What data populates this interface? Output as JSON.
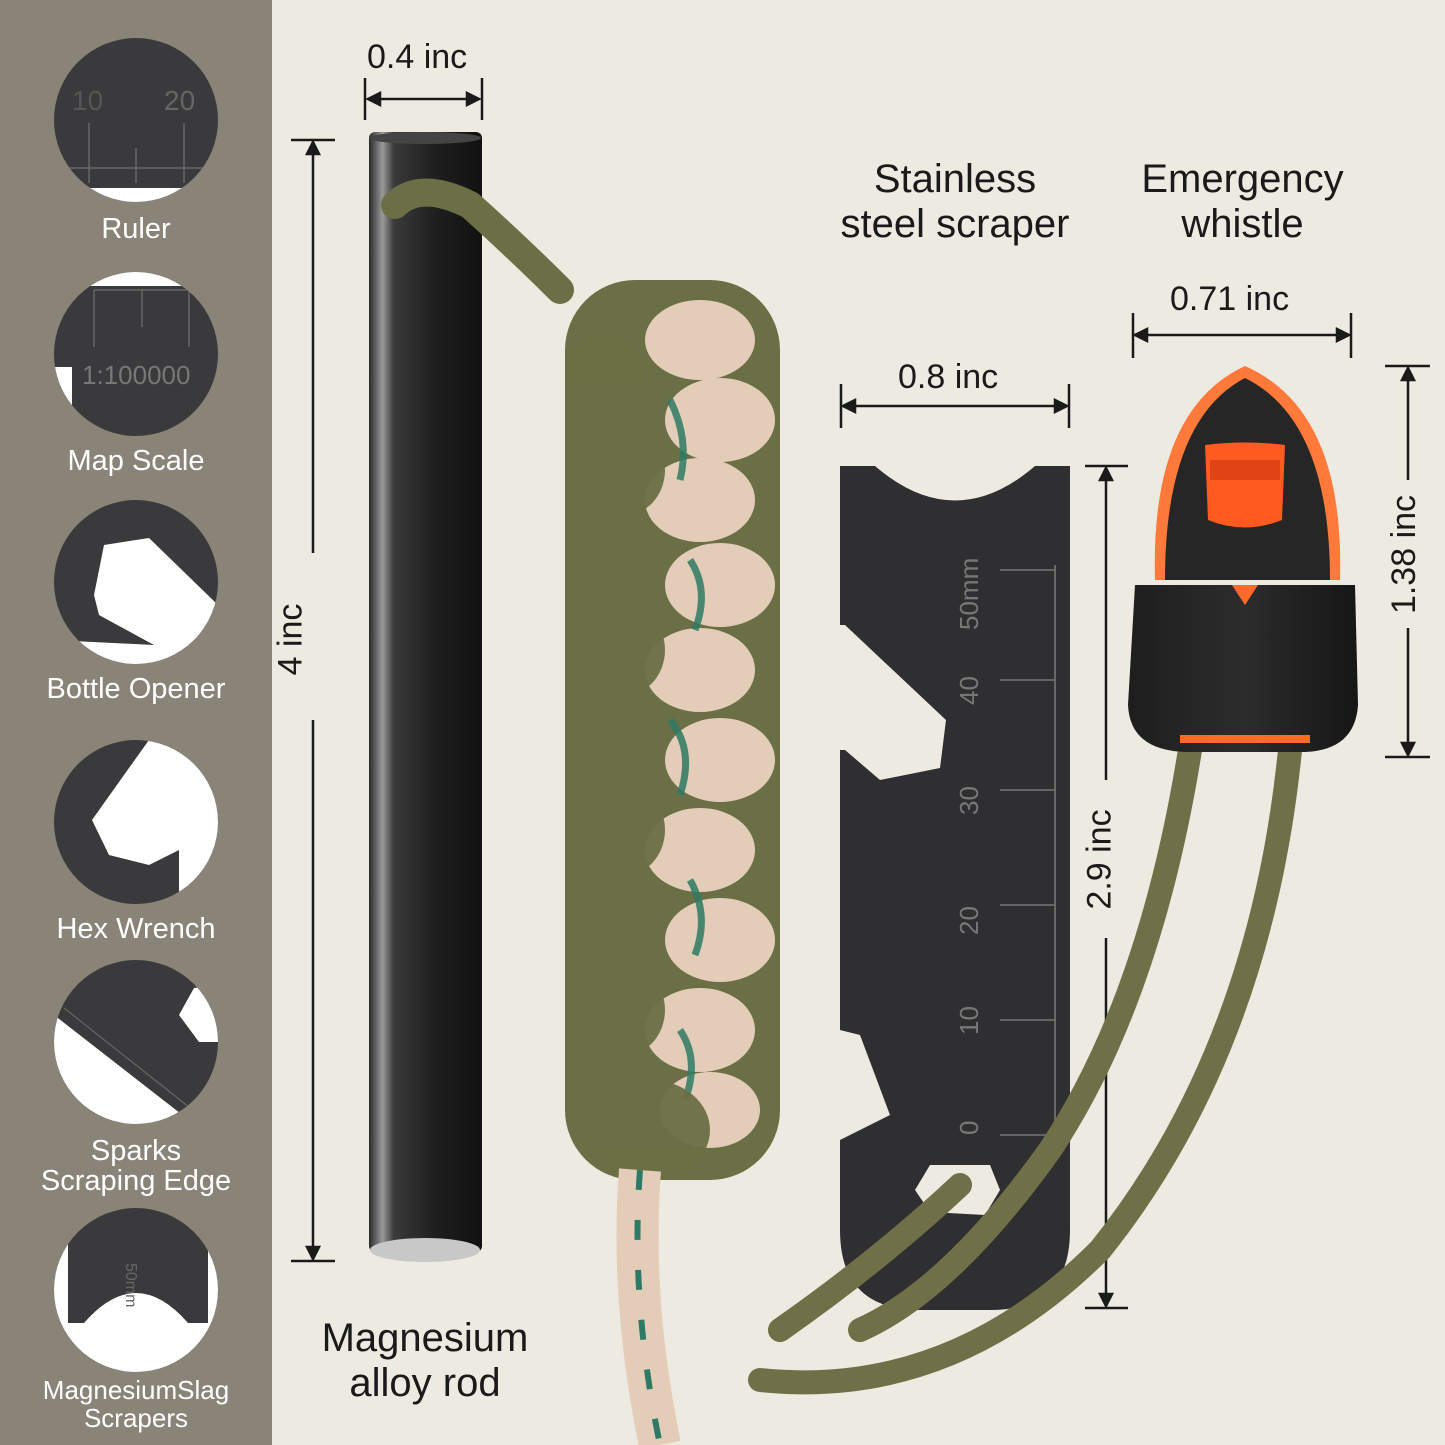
{
  "sidebar": {
    "features": [
      {
        "label": "Ruler",
        "icon": "ruler-closeup-icon",
        "engraving": [
          "10",
          "20"
        ]
      },
      {
        "label": "Map Scale",
        "icon": "map-scale-closeup-icon",
        "engraving": [
          "1:100000"
        ]
      },
      {
        "label": "Bottle Opener",
        "icon": "bottle-opener-closeup-icon"
      },
      {
        "label": "Hex Wrench",
        "icon": "hex-wrench-closeup-icon"
      },
      {
        "label": "Sparks Scraping Edge",
        "label_lines": [
          "Sparks",
          "Scraping Edge"
        ],
        "icon": "scraping-edge-closeup-icon"
      },
      {
        "label": "MagnesiumSlag Scrapers",
        "label_lines": [
          "MagnesiumSlag",
          "Scrapers"
        ],
        "icon": "slag-scraper-closeup-icon"
      }
    ]
  },
  "products": {
    "rod": {
      "name_lines": [
        "Magnesium",
        "alloy rod"
      ],
      "width_dim": "0.4 inc",
      "length_dim": "4 inc"
    },
    "scraper": {
      "name_lines": [
        "Stainless",
        "steel scraper"
      ],
      "width_dim": "0.8 inc",
      "length_dim": "2.9 inc",
      "ruler_labels": [
        "0",
        "10",
        "20",
        "30",
        "40",
        "50mm"
      ]
    },
    "whistle": {
      "name_lines": [
        "Emergency",
        "whistle"
      ],
      "width_dim": "0.71 inc",
      "length_dim": "1.38 inc"
    }
  },
  "colors": {
    "sidebar_bg": "#8a8378",
    "canvas_bg": "#edeae2",
    "steel": "#2f2f31",
    "paracord_green": "#6b6f45",
    "paracord_tan": "#e3cdb8",
    "paracord_teal": "#2e7a64",
    "whistle_orange": "#ff6a2b",
    "text": "#1a1a1a"
  }
}
